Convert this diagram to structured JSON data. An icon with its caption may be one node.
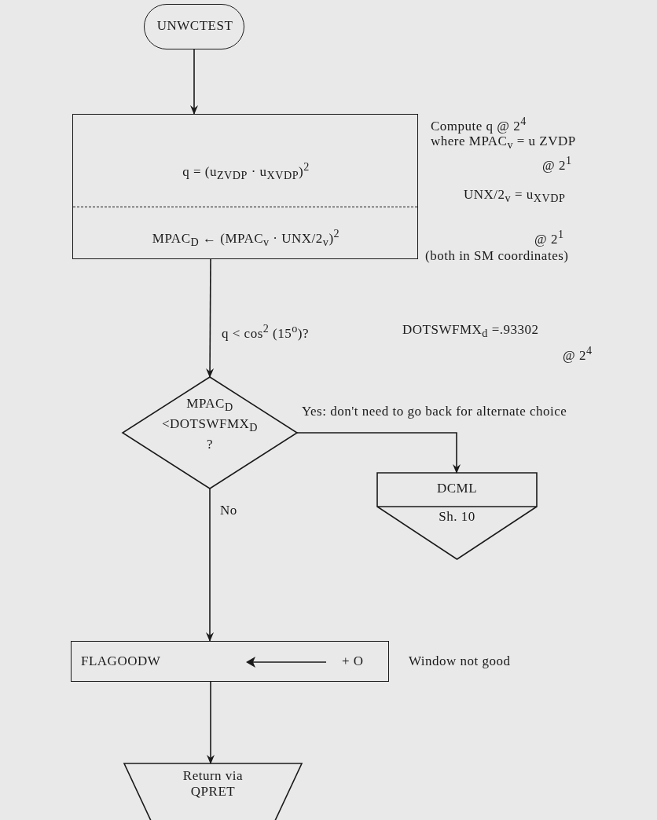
{
  "diagram": {
    "nodes": [
      {
        "text": [
          "UNWCTEST"
        ]
      },
      {
        "text": [
          "q = (u$_{ZVDP}$ · u$_{XVDP}$)$^{2}$",
          "MPAC$_{D}$ ← (MPAC$_{v}$ · UNX/2$_{v}$)$^{2}$"
        ],
        "beside": [
          "Compute q @ 2$^{4}$",
          "where MPAC$_{v}$ = u ZVDP",
          "@ 2$^{1}$",
          "UNX/2$_{v}$ = u$_{XVDP}$",
          "@ 2$^{1}$",
          "(both in SM coordinates)"
        ]
      },
      {
        "text": [
          "MPAC$_{D}$",
          "<DOTSWFMX$_{D}$",
          "?"
        ]
      },
      {
        "text": [
          "DCML",
          "Sh. 10"
        ]
      },
      {
        "text": [
          "FLAGOODW",
          "+ O"
        ],
        "beside": [
          "Window not good"
        ]
      },
      {
        "text": [
          "Return via QPRET"
        ]
      }
    ],
    "edges": [
      {
        "from": 0,
        "to": 1,
        "arrow": "to"
      },
      {
        "from": 1,
        "to": 2,
        "arrow": "to"
      },
      {
        "from": 2,
        "to": 3,
        "arrow": "to",
        "label": "Yes: don't need to go back for alternate choice"
      },
      {
        "from": 2,
        "to": 4,
        "arrow": "to",
        "label": "No"
      },
      {
        "from": 4,
        "to": 5,
        "arrow": "to"
      }
    ],
    "labels": [
      "q < cos$^{2}$ (15$^{o}$)?",
      "DOTSWFMX$_{d}$ =.93302",
      "@ 2$^{4}$"
    ]
  }
}
